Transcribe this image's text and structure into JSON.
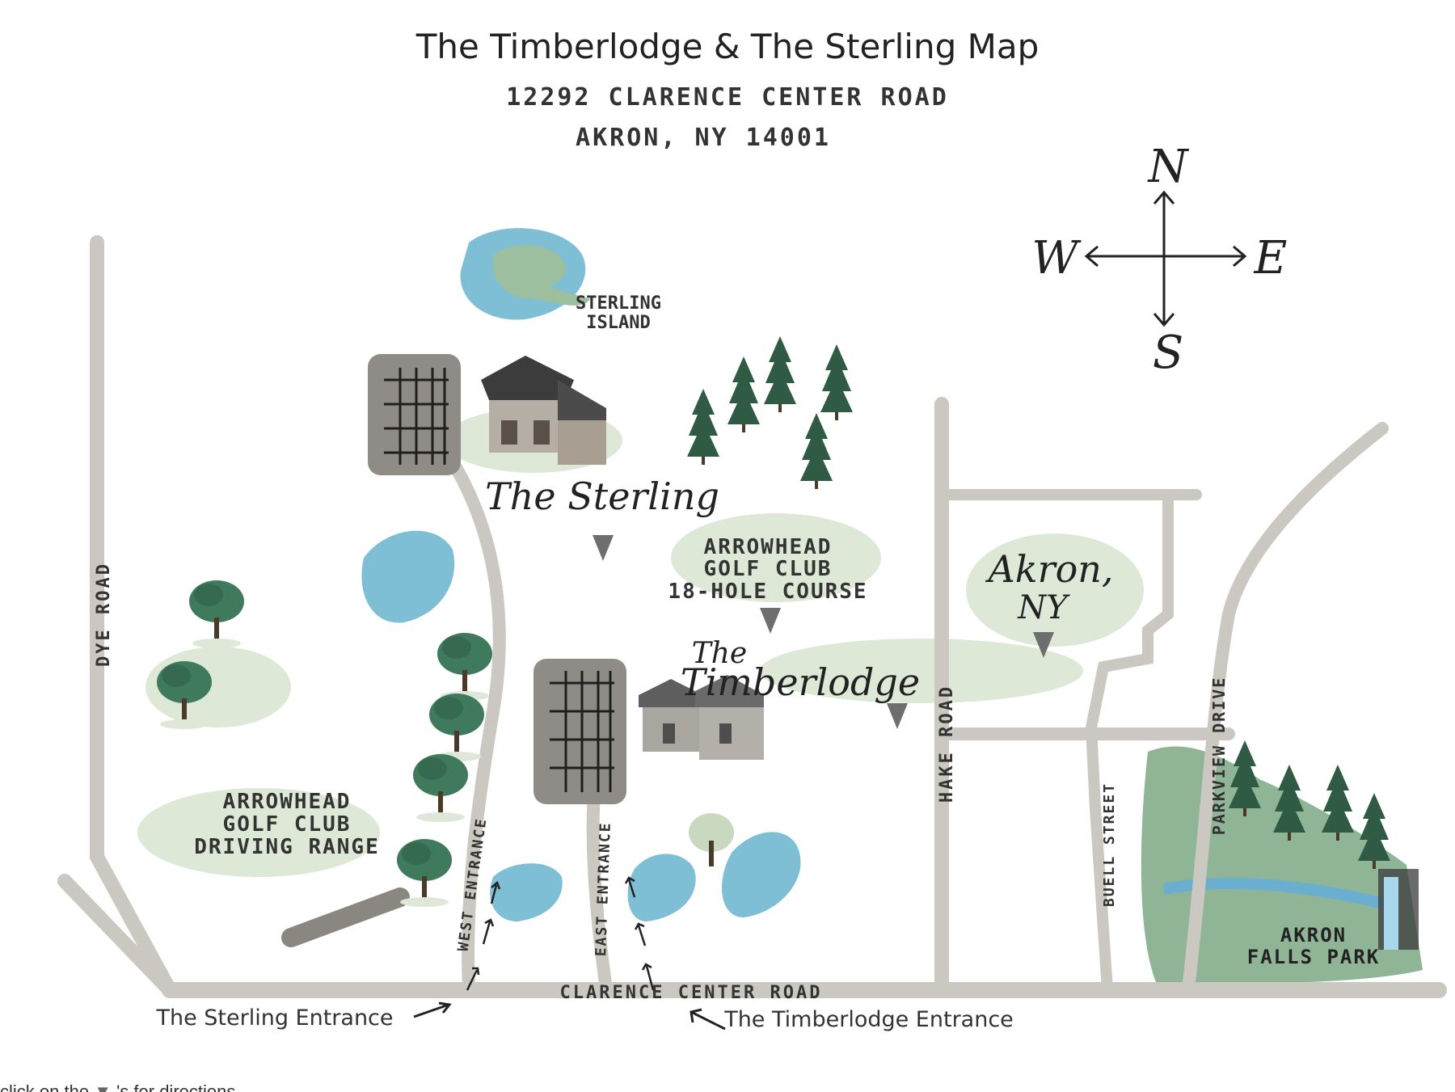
{
  "title": "The Timberlodge & The Sterling Map",
  "address": {
    "line1": "12292 CLARENCE CENTER ROAD",
    "line2": "AKRON, NY 14001"
  },
  "compass": {
    "n": "N",
    "s": "S",
    "e": "E",
    "w": "W"
  },
  "roads": {
    "dye_road": "DYE ROAD",
    "hake_road": "HAKE ROAD",
    "buell_street": "BUELL STREET",
    "parkview_drive": "PARKVIEW DRIVE",
    "clarence_center_road": "CLARENCE CENTER ROAD",
    "west_entrance": "WEST ENTRANCE",
    "east_entrance": "EAST ENTRANCE"
  },
  "places": {
    "sterling_island": [
      "STERLING",
      "ISLAND"
    ],
    "the_sterling": "The Sterling",
    "the_timberlodge": [
      "The",
      "Timberlodge"
    ],
    "arrowhead_course": [
      "ARROWHEAD",
      "GOLF CLUB",
      "18-HOLE COURSE"
    ],
    "arrowhead_range": [
      "ARROWHEAD",
      "GOLF CLUB",
      "DRIVING RANGE"
    ],
    "akron_ny": [
      "Akron,",
      "NY"
    ],
    "akron_falls_park": [
      "AKRON",
      "FALLS PARK"
    ]
  },
  "entrances": {
    "sterling_entrance": "The Sterling Entrance",
    "timberlodge_entrance": "The Timberlodge Entrance"
  },
  "footer": {
    "before": "click on the",
    "marker": "▼",
    "after": "'s for directions"
  },
  "colors": {
    "road": "#c9c6c0",
    "water": "#7fbfd6",
    "grass": "#d9e6d3",
    "tree": "#2f5a44",
    "ink": "#2b2b2b",
    "marker": "#6e6e6e"
  }
}
